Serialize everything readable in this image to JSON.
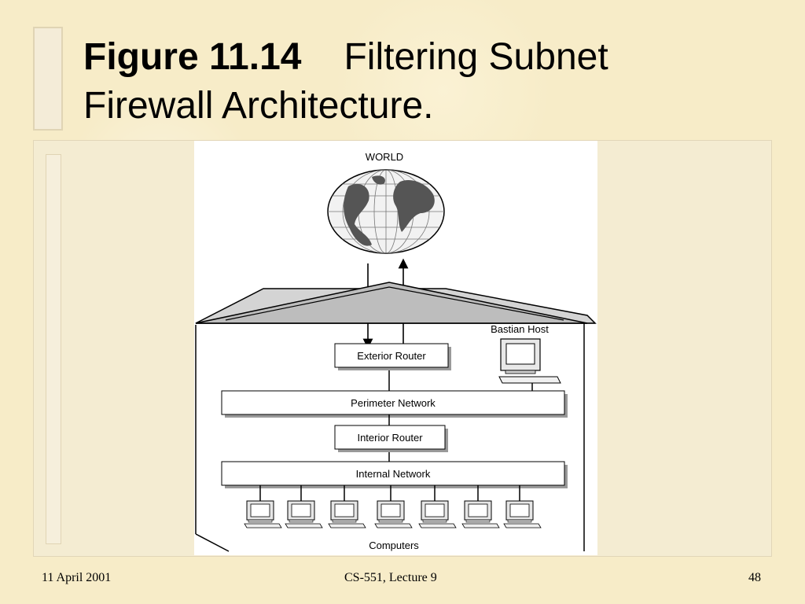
{
  "title": {
    "figure_number": "Figure 11.14",
    "caption_line1": "Filtering Subnet",
    "caption_line2": "Firewall Architecture."
  },
  "diagram": {
    "world_label": "WORLD",
    "bastion_label": "Bastian Host",
    "exterior_router": "Exterior Router",
    "perimeter_network": "Perimeter Network",
    "interior_router": "Interior Router",
    "internal_network": "Internal Network",
    "computers_label": "Computers",
    "computer_count": 7
  },
  "footer": {
    "date": "11 April 2001",
    "course": "CS-551, Lecture 9",
    "page": "48"
  }
}
